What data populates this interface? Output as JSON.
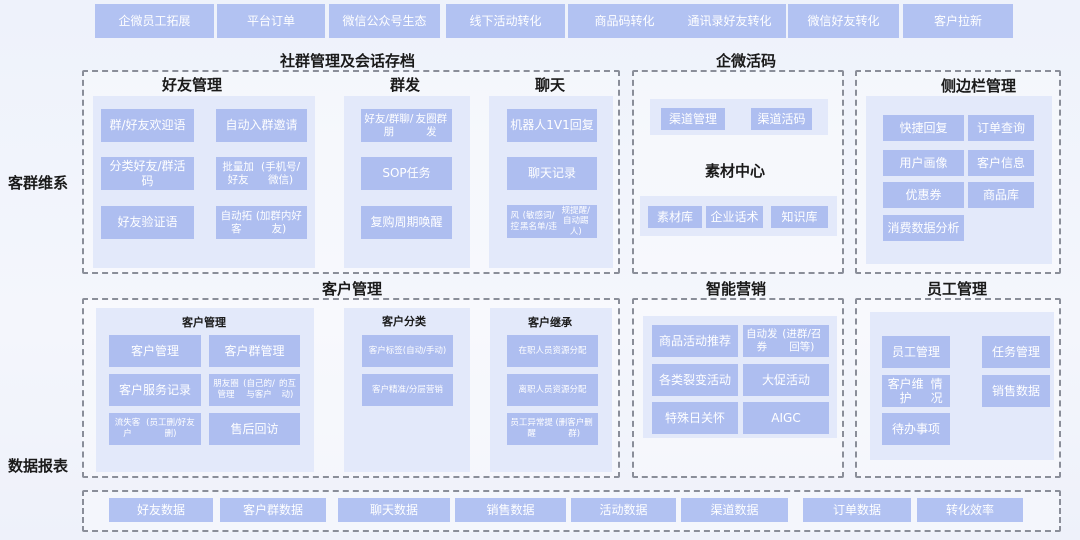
{
  "top_chips": [
    "企微员工拓展",
    "平台订单",
    "微信公众号生态",
    "线下活动转化",
    "商品码转化",
    "通讯录好友转化",
    "微信好友转化",
    "客户拉新"
  ],
  "side_labels": {
    "left_top": "客群维系",
    "left_bottom": "数据报表"
  },
  "section1": {
    "title": "社群管理及会话存档",
    "friends": {
      "title": "好友管理",
      "items": [
        "群/好友欢迎语",
        "自动入群邀请",
        "分类好友/群活码",
        "批量加好友\n(手机号/微信)",
        "好友验证语",
        "自动拓客\n(加群内好友)"
      ]
    },
    "broadcast": {
      "title": "群发",
      "items": [
        "好友/群聊/朋\n友圈群发",
        "SOP任务",
        "复购周期唤醒"
      ]
    },
    "chat": {
      "title": "聊天",
      "items": [
        "机器人1V1回复",
        "聊天记录",
        "风控\n(敏感词/黑名单/违\n规提醒/自动踢人)"
      ]
    }
  },
  "section2": {
    "title": "企微活码",
    "items": [
      "渠道管理",
      "渠道活码"
    ],
    "material_title": "素材中心",
    "material_items": [
      "素材库",
      "企业话术",
      "知识库"
    ]
  },
  "section3": {
    "title": "侧边栏管理",
    "items": [
      "快捷回复",
      "订单查询",
      "用户画像",
      "客户信息",
      "优惠券",
      "商品库",
      "消费数据分析"
    ]
  },
  "section4": {
    "title": "客户管理",
    "cm": {
      "title": "客户管理",
      "items": [
        "客户管理",
        "客户群管理",
        "客户服务记录",
        "朋友圈管理\n(自己的/与客户\n的互动)",
        "流失客户\n(员工删/好友删)",
        "售后回访"
      ]
    },
    "cc": {
      "title": "客户分类",
      "items": [
        "客户标签\n(自动/手动)",
        "客户精准/分层营\n销"
      ]
    },
    "ci": {
      "title": "客户继承",
      "items": [
        "在职人员资源分\n配",
        "离职人员资源分\n配",
        "员工异常提醒\n(删客户删群)"
      ]
    }
  },
  "section5": {
    "title": "智能营销",
    "items": [
      "商品活动推荐",
      "自动发券\n(进群/召回等)",
      "各类裂变活动",
      "大促活动",
      "特殊日关怀",
      "AIGC"
    ]
  },
  "section6": {
    "title": "员工管理",
    "items": [
      "员工管理",
      "任务管理",
      "客户维护\n情况",
      "销售数据",
      "待办事项"
    ]
  },
  "bottom_chips": [
    "好友数据",
    "客户群数据",
    "聊天数据",
    "销售数据",
    "活动数据",
    "渠道数据",
    "订单数据",
    "转化效率"
  ]
}
